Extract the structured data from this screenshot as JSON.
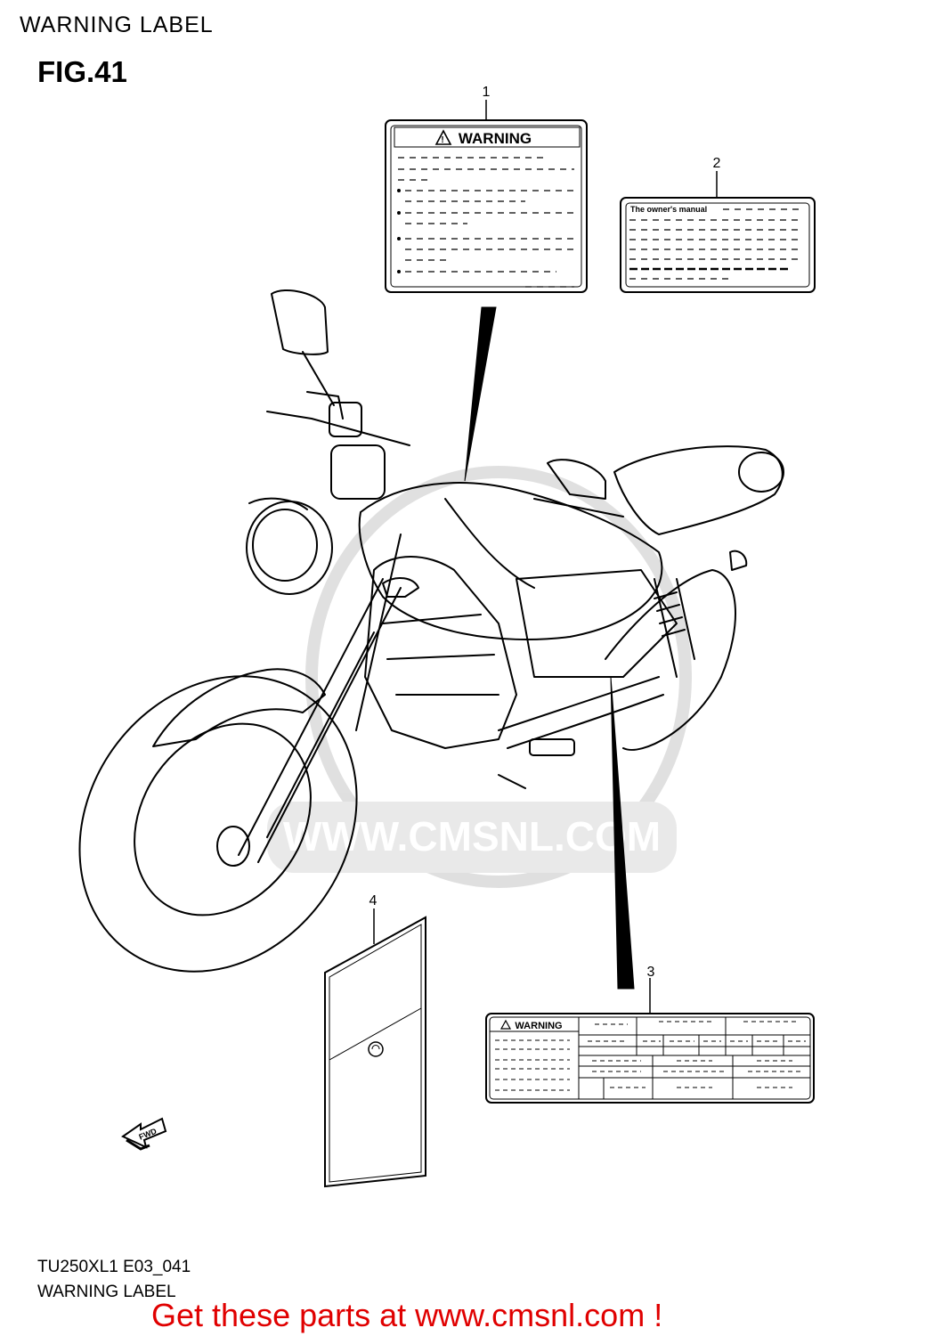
{
  "header": {
    "title": "WARNING LABEL",
    "figure": "FIG.41"
  },
  "callouts": [
    "1",
    "2",
    "3",
    "4"
  ],
  "label1": {
    "heading": "WARNING"
  },
  "label2": {
    "heading": "The owner's manual"
  },
  "label3": {
    "heading": "WARNING"
  },
  "arrow": {
    "text": "FWD"
  },
  "watermark": {
    "text": "WWW.CMSNL.COM"
  },
  "footer": {
    "code": "TU250XL1 E03_041",
    "subtitle": "WARNING LABEL",
    "promo": "Get these parts at www.cmsnl.com !"
  }
}
